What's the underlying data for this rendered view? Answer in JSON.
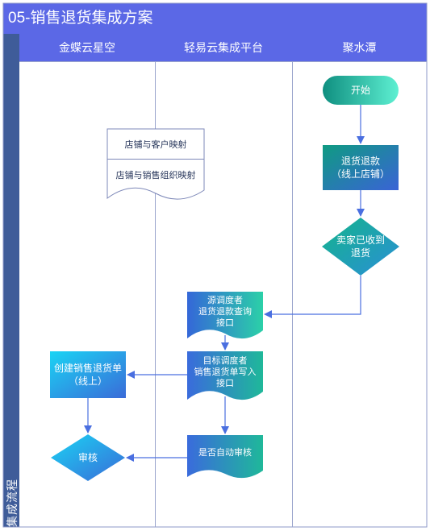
{
  "title": "05-销售退货集成方案",
  "side_label": "集成流程",
  "lanes": [
    "金蝶云星空",
    "轻易云集成平台",
    "聚水潭"
  ],
  "nodes": {
    "start": "开始",
    "refund": "退货退款\n（线上店铺）",
    "received": "卖家已收到\n退货",
    "doc_row1": "店铺与客户映射",
    "doc_row2": "店铺与销售组织映射",
    "source": "源调度者\n退货退款查询\n接口",
    "target": "目标调度者\n销售退货单写入\n接口",
    "auto_audit": "是否自动审核",
    "create_return": "创建销售退货单\n（线上）",
    "audit": "审核"
  },
  "colors": {
    "header": "#5b68e6",
    "sidebar": "#3f5c99",
    "arrow": "#4a6fe0",
    "teal": "#1fa88c",
    "blue": "#3b6fd8",
    "cyan": "#1fc8f0"
  }
}
